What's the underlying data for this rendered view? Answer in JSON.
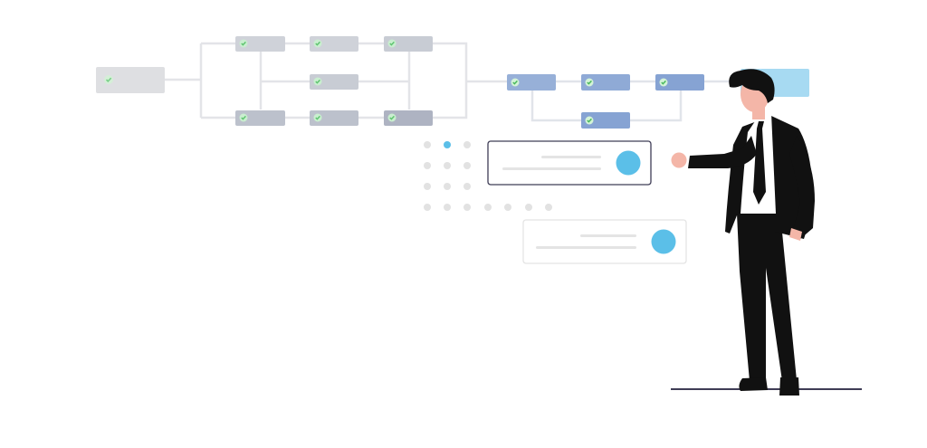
{
  "illustration": {
    "theme": "workflow-presentation",
    "colors": {
      "accent": "#5bbfe8",
      "gray_node": "#c5c8d2",
      "light_gray_node": "#d7d9de",
      "blue_node": "#92aed6",
      "light_blue_node": "#a7daf2",
      "check": "#6bd07c",
      "suit": "#111111",
      "skin": "#f4b6a8",
      "shirt": "#ffffff",
      "dot_gray": "#e2e2e2"
    },
    "flow": {
      "node_icon": "check-icon",
      "node_count": 13,
      "final_node_icon": "none"
    },
    "cards": {
      "count": 2,
      "active_card": 1,
      "icon": "circle-avatar-icon"
    },
    "dots": {
      "active_index": 1
    },
    "figure": "presenter-in-suit"
  }
}
